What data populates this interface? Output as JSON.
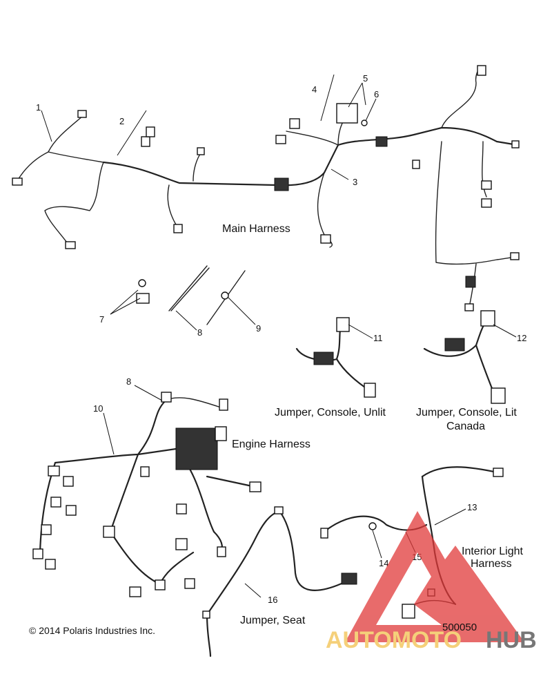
{
  "callouts": [
    "1",
    "2",
    "3",
    "4",
    "5",
    "6",
    "7",
    "8",
    "9",
    "10",
    "11",
    "12",
    "13",
    "14",
    "15",
    "16",
    "8"
  ],
  "captions": {
    "main_harness": "Main Harness",
    "jumper_console_unlit": "Jumper, Console, Unlit",
    "jumper_console_lit_1": "Jumper, Console, Lit",
    "jumper_console_lit_2": "Canada",
    "engine_harness": "Engine Harness",
    "interior_light_1": "Interior Light",
    "interior_light_2": "Harness",
    "jumper_seat": "Jumper, Seat"
  },
  "copyright": "© 2014 Polaris Industries Inc.",
  "part_number": "500050",
  "watermark": {
    "text_left": "AUTOMOTO",
    "text_right": "HUB",
    "colors": {
      "accent": "#f2c14e",
      "triangle": "#e03a3a",
      "dark": "#4a4a4a"
    }
  }
}
